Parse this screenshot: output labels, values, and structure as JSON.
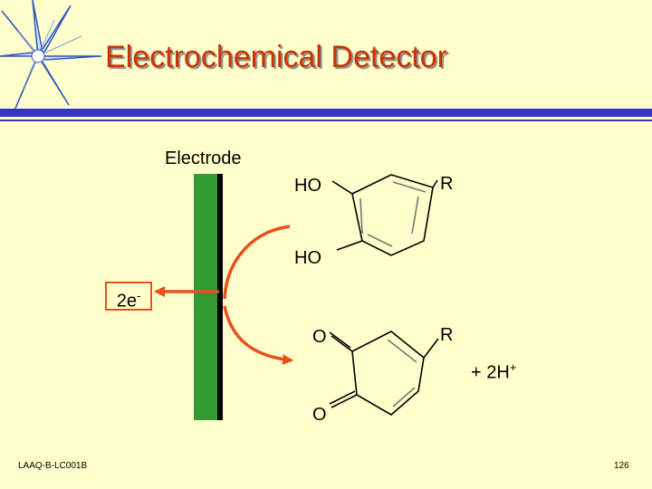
{
  "slide": {
    "title": "Electrochemical Detector",
    "footer_code": "LAAQ-B-LC001B",
    "page_number": "126"
  },
  "diagram": {
    "electrode_label": "Electrode",
    "electron_base": "2e",
    "electron_charge": "-",
    "reactant": {
      "top_group": "HO",
      "bottom_group": "HO",
      "substituent": "R"
    },
    "product": {
      "top_group": "O",
      "bottom_group": "O",
      "substituent": "R"
    },
    "byproduct_base": "+ 2H",
    "byproduct_charge": "+"
  },
  "colors": {
    "background": "#FFFFCC",
    "title": "#CC3300",
    "rule": "#3333CC",
    "electrode": "#339933",
    "arrow": "#E8501E"
  },
  "icons": {
    "logo": "star-burst-icon"
  }
}
